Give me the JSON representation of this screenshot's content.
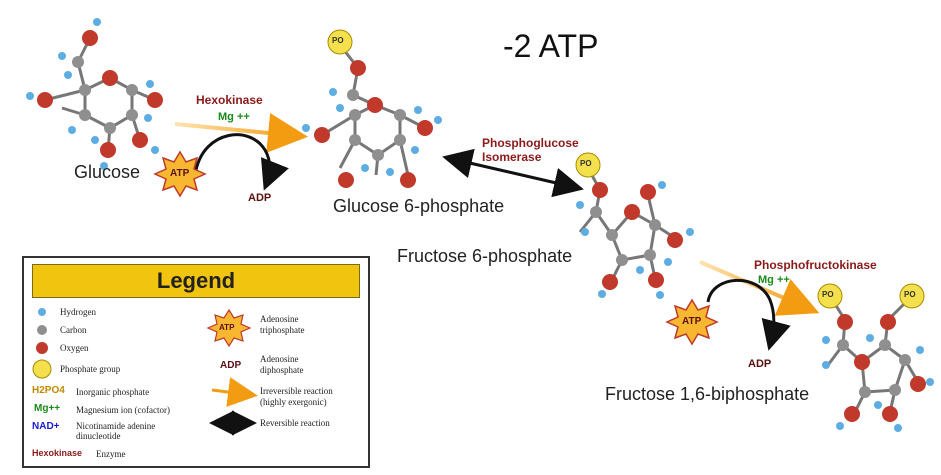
{
  "title": "-2 ATP",
  "molecules": {
    "glucose": "Glucose",
    "g6p": "Glucose 6-phosphate",
    "f6p": "Fructose 6-phosphate",
    "f16bp": "Fructose 1,6-biphosphate"
  },
  "step1": {
    "enzyme": "Hexokinase",
    "cofactor": "Mg ++",
    "atp": "ATP",
    "adp": "ADP"
  },
  "step2": {
    "enzyme_line1": "Phosphoglucose",
    "enzyme_line2": "Isomerase"
  },
  "step3": {
    "enzyme": "Phosphofructokinase",
    "cofactor": "Mg ++",
    "atp": "ATP",
    "adp": "ADP"
  },
  "phosphate_symbol": "PO",
  "legend": {
    "title": "Legend",
    "hydrogen": "Hydrogen",
    "carbon": "Carbon",
    "oxygen": "Oxygen",
    "phosphate": "Phosphate group",
    "h2po4_sym": "H2PO4",
    "h2po4": "Inorganic phosphate",
    "mg_sym": "Mg++",
    "mg": "Magnesium ion (cofactor)",
    "nad_sym": "NAD+",
    "nad_line1": "Nicotinamide adenine",
    "nad_line2": "dinucleotide",
    "enzyme_sym": "Hexokinase",
    "enzyme": "Enzyme",
    "atp_sym": "ATP",
    "atp_line1": "Adenosine",
    "atp_line2": "triphosphate",
    "adp_sym": "ADP",
    "adp_line1": "Adenosine",
    "adp_line2": "diphosphate",
    "irrev_line1": "Irreversible reaction",
    "irrev_line2": "(highly exergonic)",
    "rev": "Reversible reaction"
  },
  "colors": {
    "oxygen": "#c0392b",
    "carbon": "#8f8f8f",
    "hydrogen": "#5dade2",
    "phosphate": "#f4e04d",
    "atp_star": "#f7b731",
    "irreversible_arrow": "#f39c12",
    "legend_header": "#f1c40f",
    "enzyme_text": "#8b1a1a",
    "cofactor_text": "#1a8a1a"
  }
}
